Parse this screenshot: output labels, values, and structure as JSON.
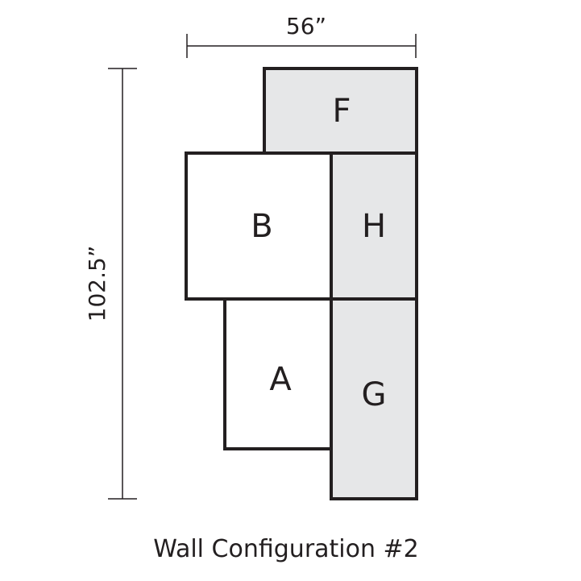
{
  "dimensions": {
    "width": "56”",
    "height": "102.5”"
  },
  "panels": {
    "F": {
      "label": "F",
      "shaded": true
    },
    "B": {
      "label": "B",
      "shaded": false
    },
    "H": {
      "label": "H",
      "shaded": true
    },
    "A": {
      "label": "A",
      "shaded": false
    },
    "G": {
      "label": "G",
      "shaded": true
    }
  },
  "caption": "Wall Configuration #2",
  "colors": {
    "stroke": "#231f20",
    "shaded_fill": "#e6e7e8",
    "plain_fill": "#ffffff"
  }
}
